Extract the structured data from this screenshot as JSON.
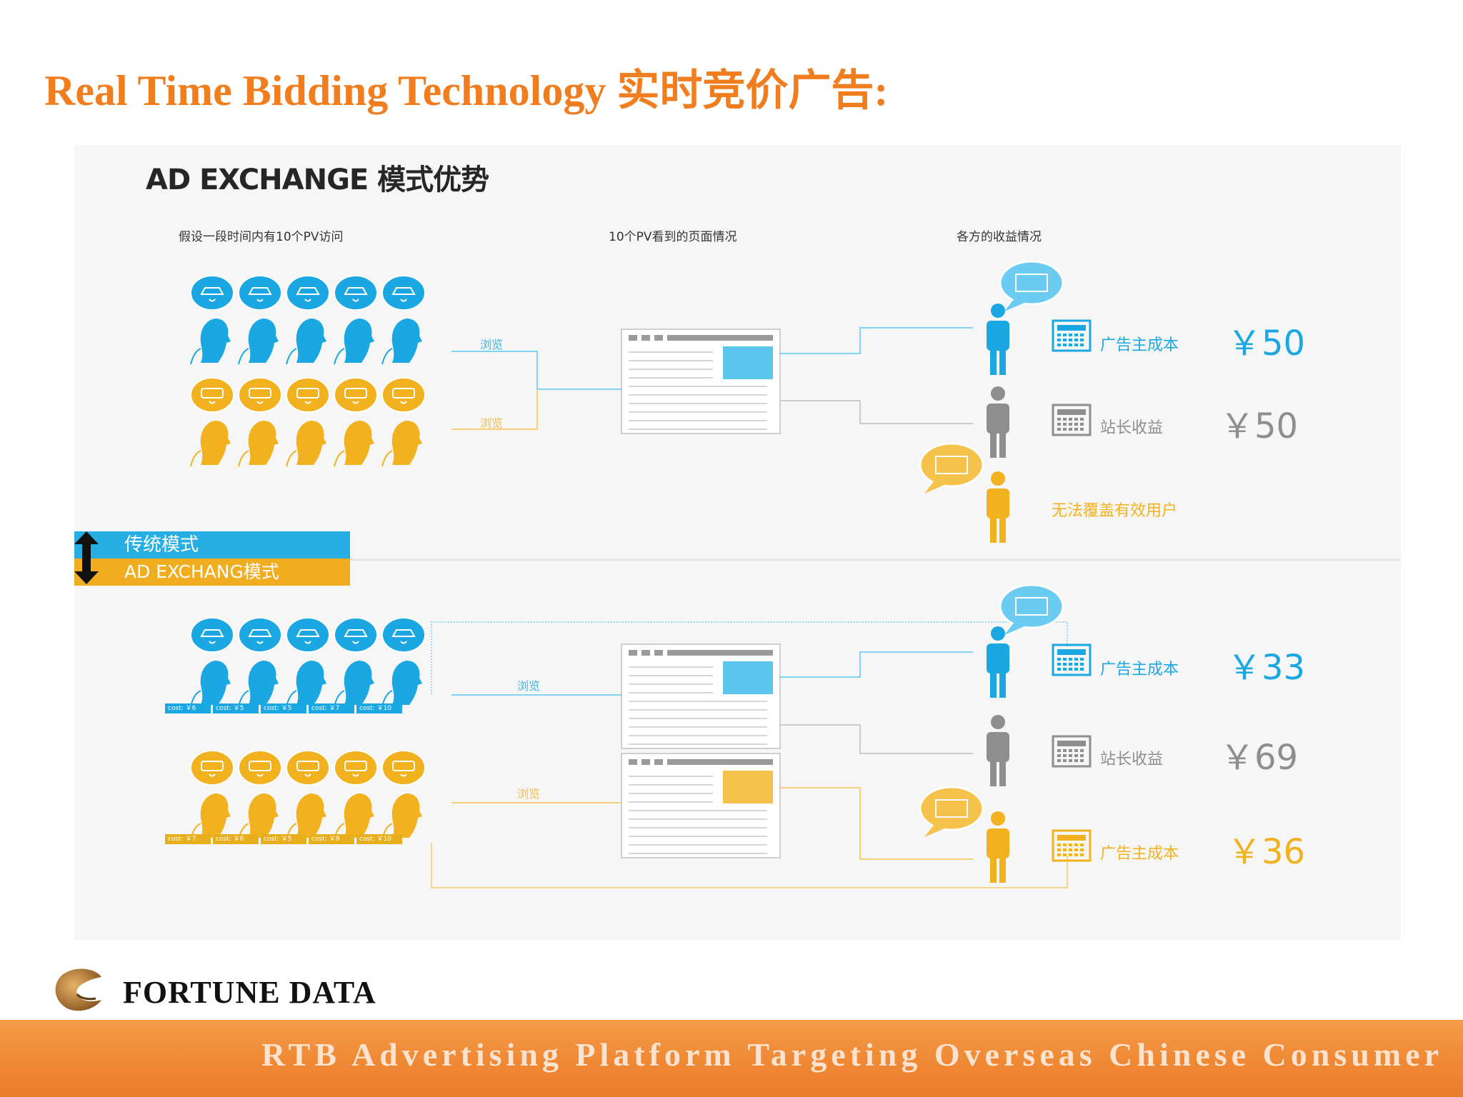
{
  "slide": {
    "title": "Real Time Bidding Technology 实时竞价广告:"
  },
  "panel": {
    "title": "AD EXCHANGE 模式优势",
    "headers": {
      "visitors": "假设一段时间内有10个PV访问",
      "pages": "10个PV看到的页面情况",
      "revenue": "各方的收益情况"
    },
    "browse_label": "浏览",
    "legend": {
      "traditional": "传统模式",
      "adexchange": "AD EXCHANG模式"
    },
    "traditional": {
      "advertiser_cost_label": "广告主成本",
      "advertiser_cost_value": "￥50",
      "publisher_label": "站长收益",
      "publisher_value": "￥50",
      "uncovered_label": "无法覆盖有效用户"
    },
    "adexchange": {
      "blue_costs": [
        "cost: ￥6",
        "cost: ￥5",
        "cost: ￥5",
        "cost: ￥7",
        "cost: ￥10"
      ],
      "yellow_costs": [
        "cost: ￥7",
        "cost: ￥6",
        "cost: ￥5",
        "cost: ￥8",
        "cost: ￥10"
      ],
      "advertiser_a_label": "广告主成本",
      "advertiser_a_value": "￥33",
      "publisher_label": "站长收益",
      "publisher_value": "￥69",
      "advertiser_b_label": "广告主成本",
      "advertiser_b_value": "￥36"
    },
    "colors": {
      "blue": "#1ba8e2",
      "yellow": "#f2b21f",
      "gray": "#8e8e8e",
      "title_orange": "#f07e1e"
    }
  },
  "brand": {
    "name": "FORTUNE DATA"
  },
  "footer": {
    "tagline": "RTB Advertising Platform Targeting Overseas Chinese Consumer"
  }
}
